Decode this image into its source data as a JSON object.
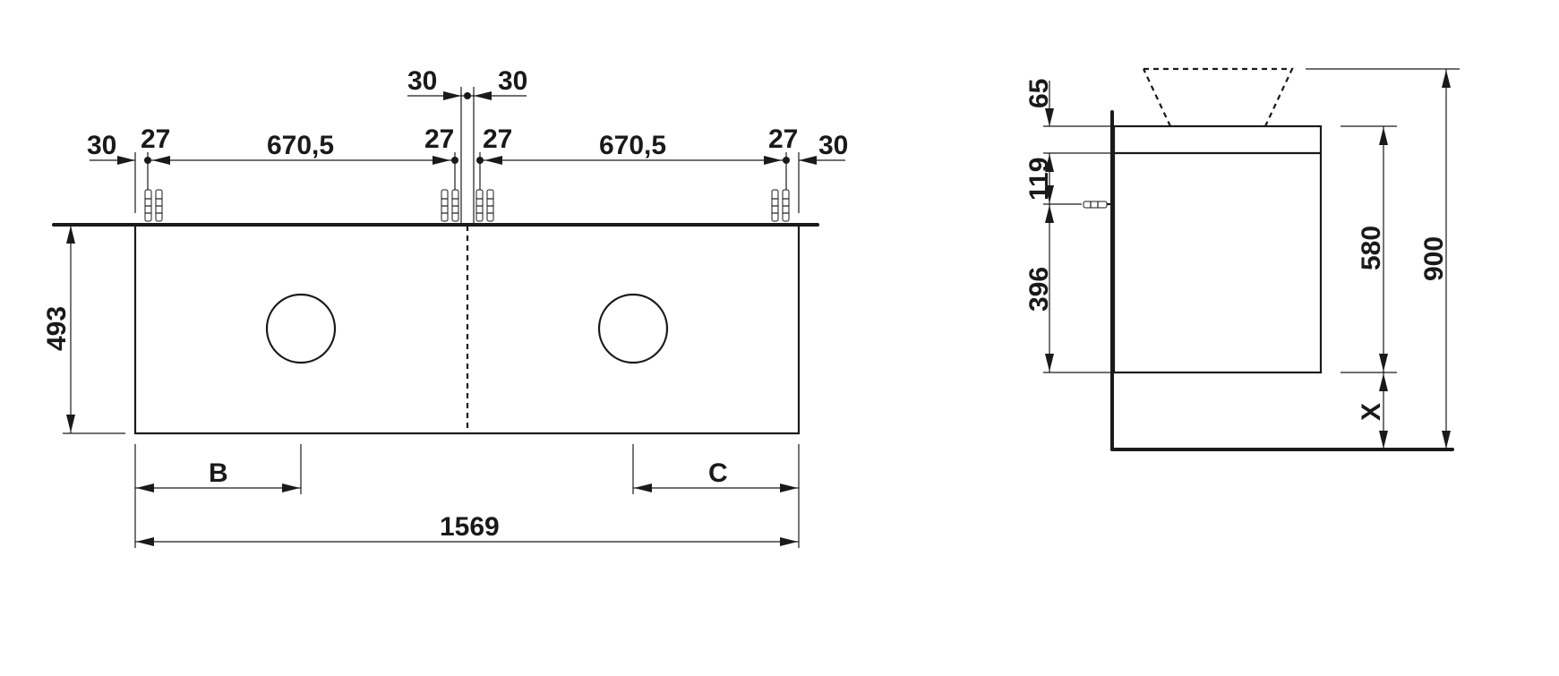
{
  "front_view": {
    "dims": {
      "d_30_left": "30",
      "d_27_left": "27",
      "d_670_left": "670,5",
      "d_27_cl": "27",
      "d_27_cr": "27",
      "d_670_right": "670,5",
      "d_27_right": "27",
      "d_30_right": "30",
      "d_30_top_left": "30",
      "d_30_top_right": "30",
      "d_height": "493",
      "d_b": "B",
      "d_c": "C",
      "d_width": "1569"
    }
  },
  "side_view": {
    "dims": {
      "d_65": "65",
      "d_119": "119",
      "d_396": "396",
      "d_580": "580",
      "d_x": "X",
      "d_900": "900"
    }
  }
}
